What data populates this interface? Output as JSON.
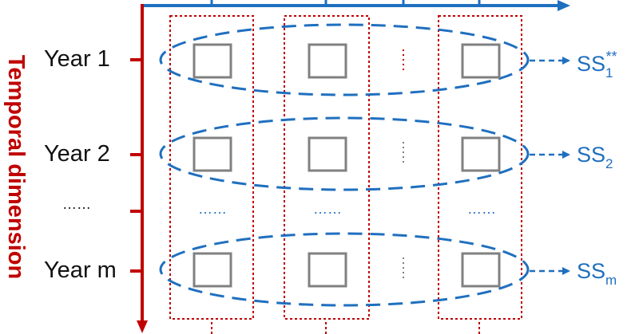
{
  "axis": {
    "vertical_label": "Temporal dimension"
  },
  "rows": [
    {
      "label": "Year 1",
      "ss_base": "SS",
      "ss_sub": "1",
      "ss_sup": "**"
    },
    {
      "label": "Year 2",
      "ss_base": "SS",
      "ss_sub": "2",
      "ss_sup": ""
    },
    {
      "label": "……",
      "ss_base": "",
      "ss_sub": "",
      "ss_sup": ""
    },
    {
      "label": "Year m",
      "ss_base": "SS",
      "ss_sub": "m",
      "ss_sup": ""
    }
  ],
  "gap_ellipsis": "……",
  "column_ellipsis": "⋮",
  "colors": {
    "temporal_axis": "#c00000",
    "spatial_axis": "#1f6fbf",
    "ellipse": "#1f6fbf",
    "column_box": "#c00000",
    "cell": "#808080",
    "text": "#111111"
  }
}
